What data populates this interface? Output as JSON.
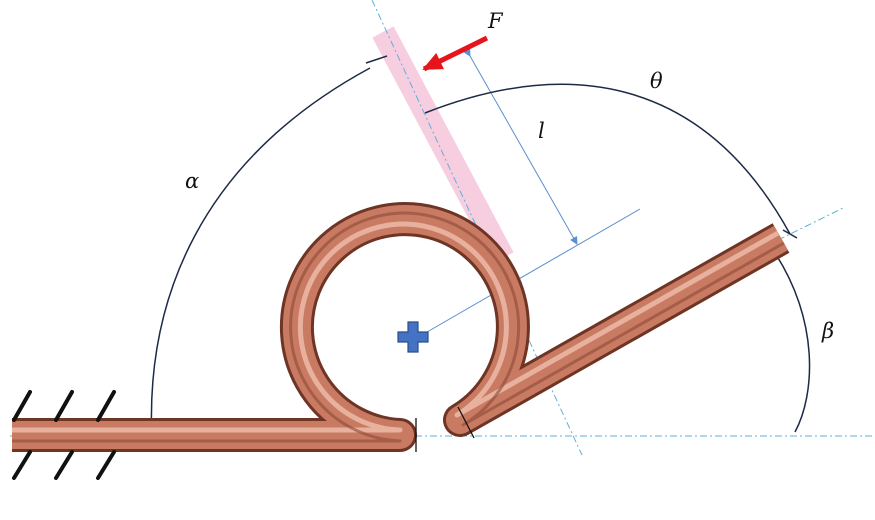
{
  "labels": {
    "force": "F",
    "length": "l",
    "theta": "θ",
    "alpha": "α",
    "beta": "β"
  },
  "colors": {
    "wire": "#c97a63",
    "wire_dark": "#6e3424",
    "wire_highlight": "#f2c4b2",
    "force_arrow": "#e8141b",
    "lever_band": "#f7cde0",
    "axis_dash": "#5fb0d8",
    "dim_line": "#5b8fd0",
    "arc_line": "#1c2a45",
    "center_mark": "#4472c4"
  },
  "icons": {
    "center": "center-cross-icon",
    "ground": "ground-hatch-icon"
  }
}
